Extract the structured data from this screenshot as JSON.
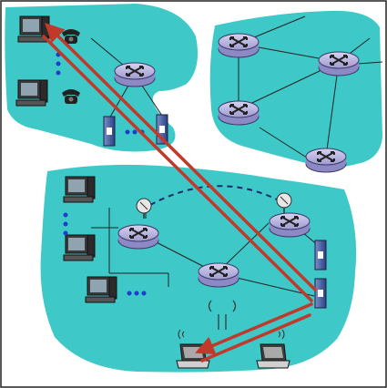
{
  "diagram": {
    "nodes": {
      "routers": [
        "router-top-left-region",
        "router-right-a",
        "router-right-b",
        "router-right-c",
        "router-right-d",
        "router-bottom-a",
        "router-bottom-b",
        "router-bottom-c"
      ],
      "hosts": [
        "desktop-top-1",
        "desktop-top-2",
        "desktop-bottom-1",
        "desktop-bottom-2",
        "desktop-bottom-3",
        "laptop-1",
        "laptop-2"
      ],
      "servers": [
        "server-top-1",
        "server-top-2",
        "server-bottom-1",
        "server-bottom-2"
      ],
      "phones": [
        "telephone-1",
        "telephone-2"
      ],
      "radio_links": [
        "satellite-dish-1",
        "satellite-dish-2"
      ],
      "wireless_points": [
        "wifi-antenna-1"
      ]
    },
    "path_highlight_color": "#c0392b",
    "network_region_color": "#3fc8c8",
    "router_color": "#b9b6df"
  }
}
